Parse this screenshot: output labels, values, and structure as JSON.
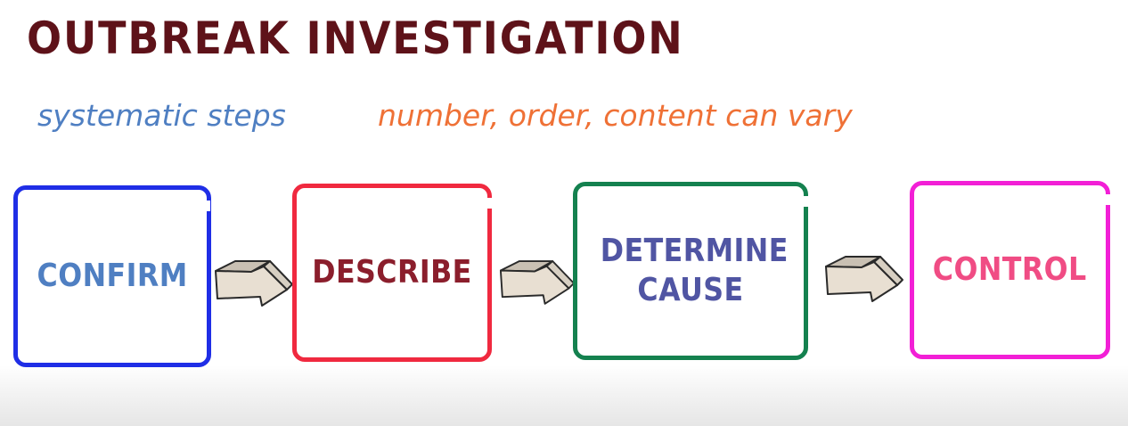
{
  "title": "OUTBREAK INVESTIGATION",
  "subtitle_left": "systematic steps",
  "subtitle_right": "number, order, content can vary",
  "steps": [
    {
      "label": "CONFIRM",
      "border_color": "#1f2ee6",
      "text_color": "#4f7fc2"
    },
    {
      "label": "DESCRIBE",
      "border_color": "#f0293f",
      "text_color": "#8b1e2c"
    },
    {
      "label": "DETERMINE CAUSE",
      "border_color": "#14814f",
      "text_color": "#5055a3"
    },
    {
      "label": "CONTROL",
      "border_color": "#f21fd6",
      "text_color": "#f04c84"
    }
  ],
  "arrows": [
    {
      "icon": "right-arrow-3d-icon",
      "fill": "#e8dfd2"
    },
    {
      "icon": "right-arrow-3d-icon",
      "fill": "#e8dfd2"
    },
    {
      "icon": "right-arrow-3d-icon",
      "fill": "#e8dfd2"
    }
  ]
}
